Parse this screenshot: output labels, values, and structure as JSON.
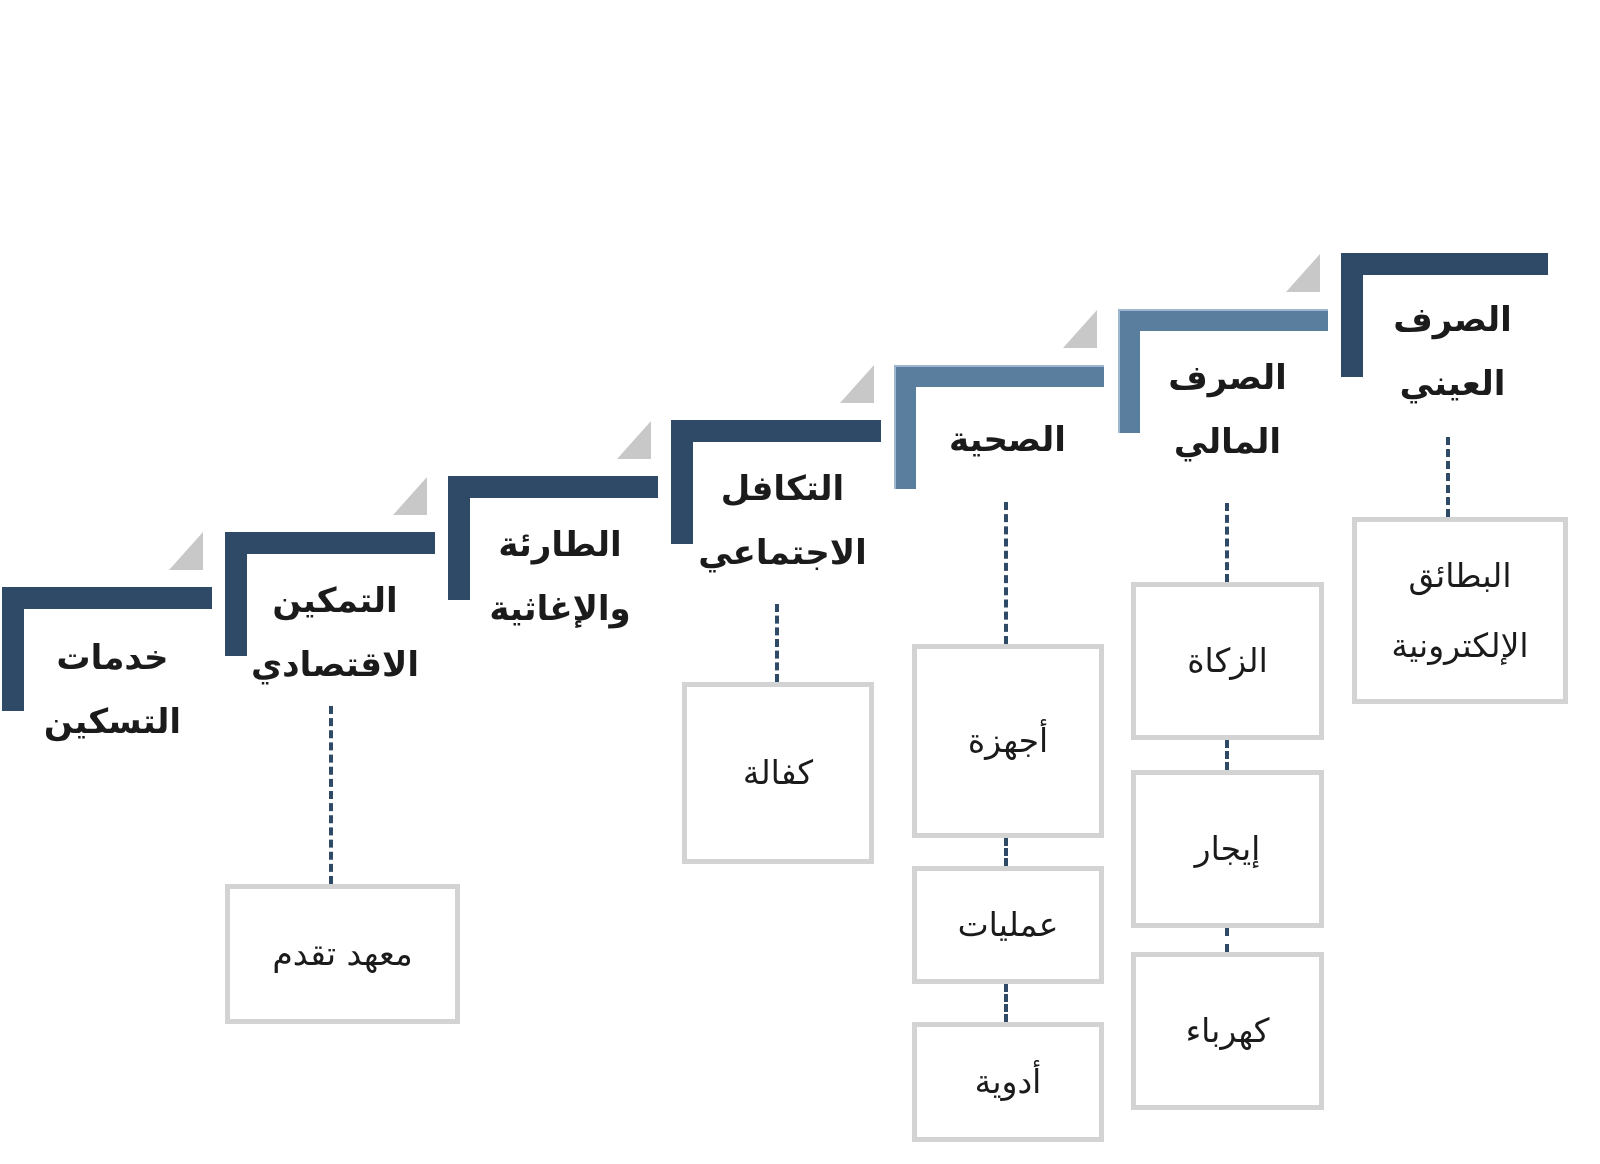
{
  "steps": [
    {
      "title": "خدمات التسكين",
      "items": []
    },
    {
      "title": "التمكين الاقتصادي",
      "items": [
        "معهد تقدم"
      ]
    },
    {
      "title": "الطارئة والإغاثية",
      "items": []
    },
    {
      "title": "التكافل الاجتماعي",
      "items": [
        "كفالة"
      ]
    },
    {
      "title": "الصحية",
      "items": [
        "أجهزة",
        "عمليات",
        "أدوية"
      ]
    },
    {
      "title": "الصرف المالي",
      "items": [
        "الزكاة",
        "إيجار",
        "كهرباء"
      ]
    },
    {
      "title": "الصرف العيني",
      "items": [
        "البطائق الإلكترونية"
      ]
    }
  ],
  "colors": {
    "step": "#2e4a66",
    "step_light": "#5a7e9e",
    "fold": "#c8c8c8",
    "box_border": "#d3d3d3"
  }
}
